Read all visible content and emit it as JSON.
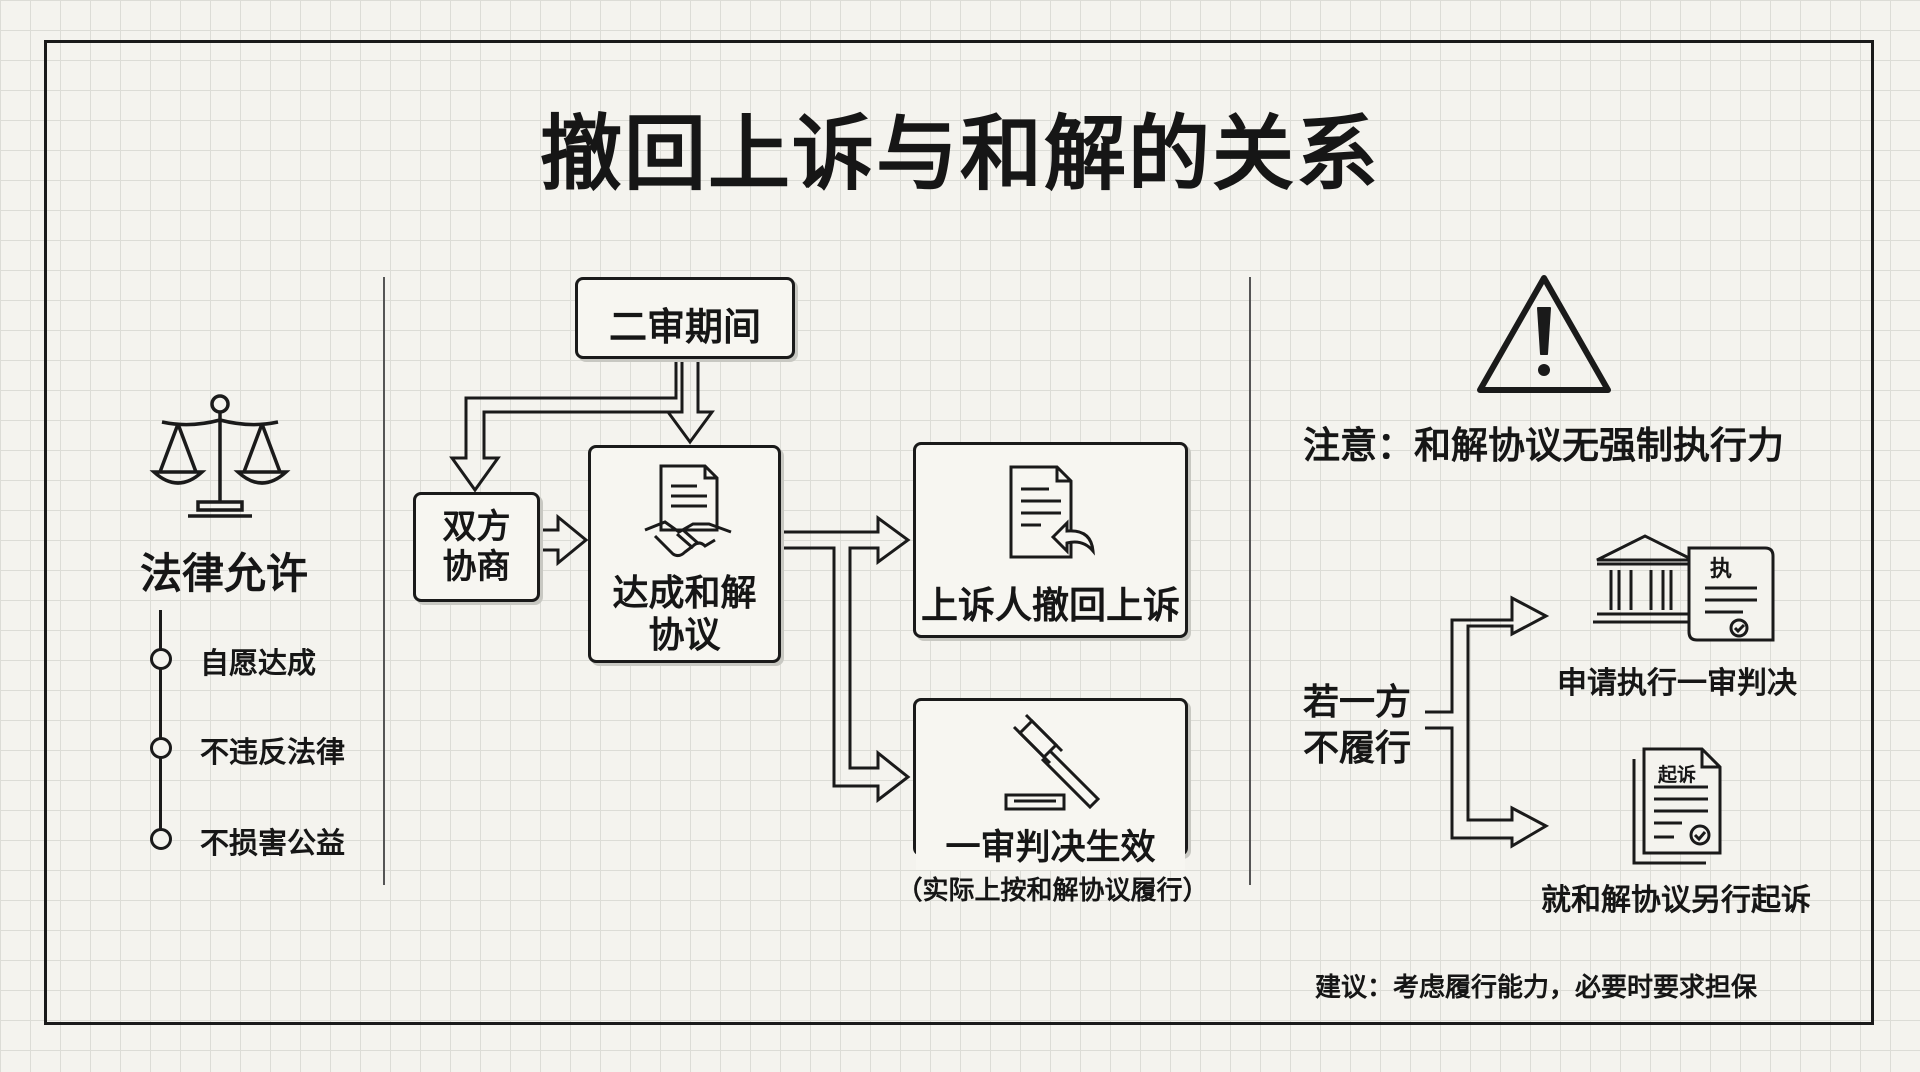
{
  "title": "撤回上诉与和解的关系",
  "left": {
    "heading": "法律允许",
    "icon": "scales-of-justice-icon",
    "conditions": [
      "自愿达成",
      "不违反法律",
      "不损害公益"
    ]
  },
  "flow": {
    "period": "二审期间",
    "negotiate": "双方\n协商",
    "settlement": "达成和解\n协议",
    "settlement_icon": "handshake-document-icon",
    "withdraw": "上诉人撤回上诉",
    "withdraw_icon": "document-return-icon",
    "judgment": "一审判决生效",
    "judgment_icon": "gavel-icon",
    "judgment_note": "（实际上按和解协议履行）"
  },
  "right": {
    "warning_icon": "warning-triangle-icon",
    "notice": "注意：和解协议无强制执行力",
    "condition": "若一方\n不履行",
    "option1": "申请执行一审判决",
    "option1_icon": "courthouse-execution-icon",
    "option1_badge": "执",
    "option2": "就和解协议另行起诉",
    "option2_icon": "lawsuit-document-icon",
    "option2_badge": "起诉",
    "advice": "建议：考虑履行能力，必要时要求担保"
  }
}
